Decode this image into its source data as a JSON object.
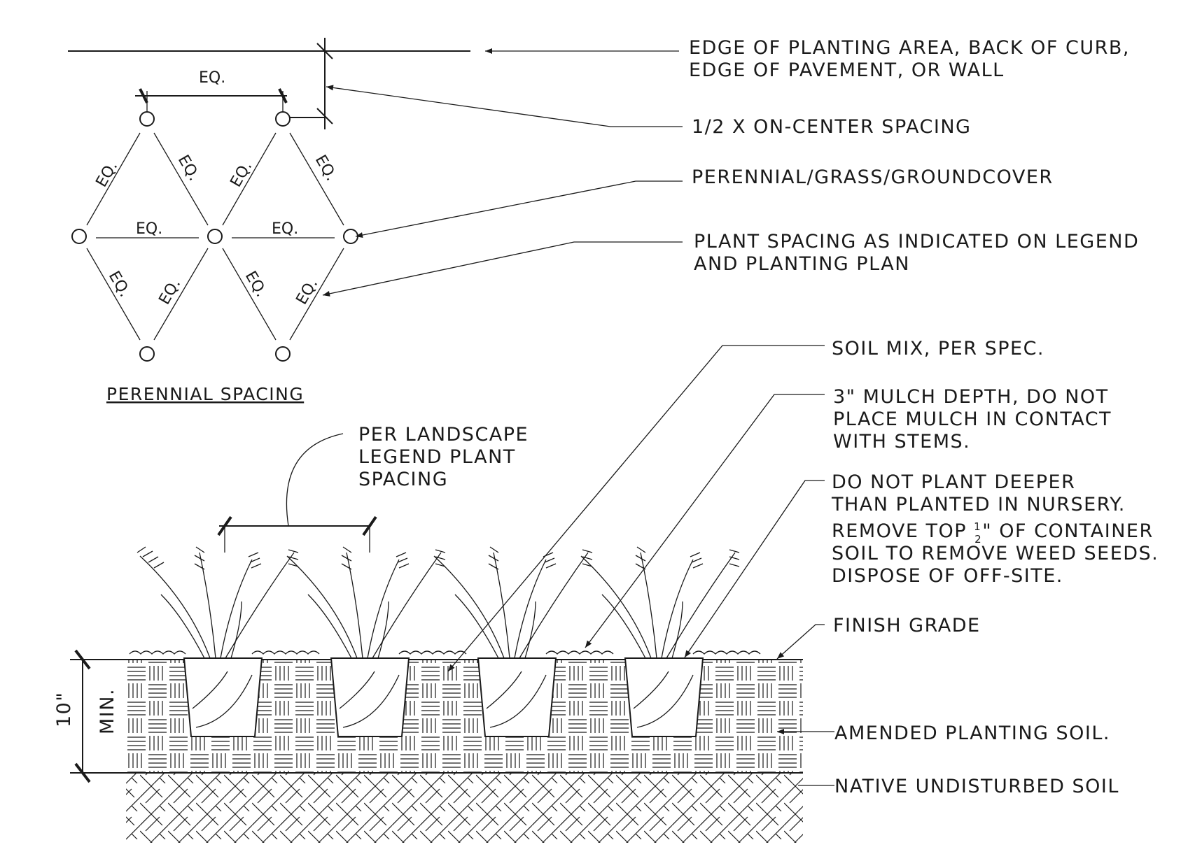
{
  "callouts": {
    "edge_1": "EDGE OF PLANTING AREA, BACK OF CURB,",
    "edge_2": "EDGE OF PAVEMENT, OR WALL",
    "half_spacing": "1/2 X ON-CENTER SPACING",
    "perennial": "PERENNIAL/GRASS/GROUNDCOVER",
    "plant_spacing_1": "PLANT SPACING AS INDICATED ON LEGEND",
    "plant_spacing_2": "AND PLANTING PLAN",
    "soil_mix": "SOIL MIX, PER SPEC.",
    "mulch_1": "3\" MULCH DEPTH, DO NOT",
    "mulch_2": "PLACE MULCH IN CONTACT",
    "mulch_3": "WITH STEMS.",
    "depth_1": "DO NOT PLANT DEEPER",
    "depth_2": "THAN PLANTED IN NURSERY.",
    "remove_1a": "REMOVE TOP ",
    "remove_1_num": "1",
    "remove_1_den": "2",
    "remove_1b": "\" OF CONTAINER",
    "remove_2": "SOIL TO REMOVE WEED SEEDS.",
    "remove_3": "DISPOSE OF OFF-SITE.",
    "finish_grade": "FINISH GRADE",
    "amended": "AMENDED PLANTING SOIL.",
    "native": "NATIVE UNDISTURBED SOIL",
    "per_landscape_1": "PER LANDSCAPE",
    "per_landscape_2": "LEGEND PLANT",
    "per_landscape_3": "SPACING"
  },
  "spacing_diagram": {
    "title": "PERENNIAL SPACING",
    "eq": "EQ."
  },
  "section": {
    "depth": "10\"",
    "min": "MIN."
  }
}
